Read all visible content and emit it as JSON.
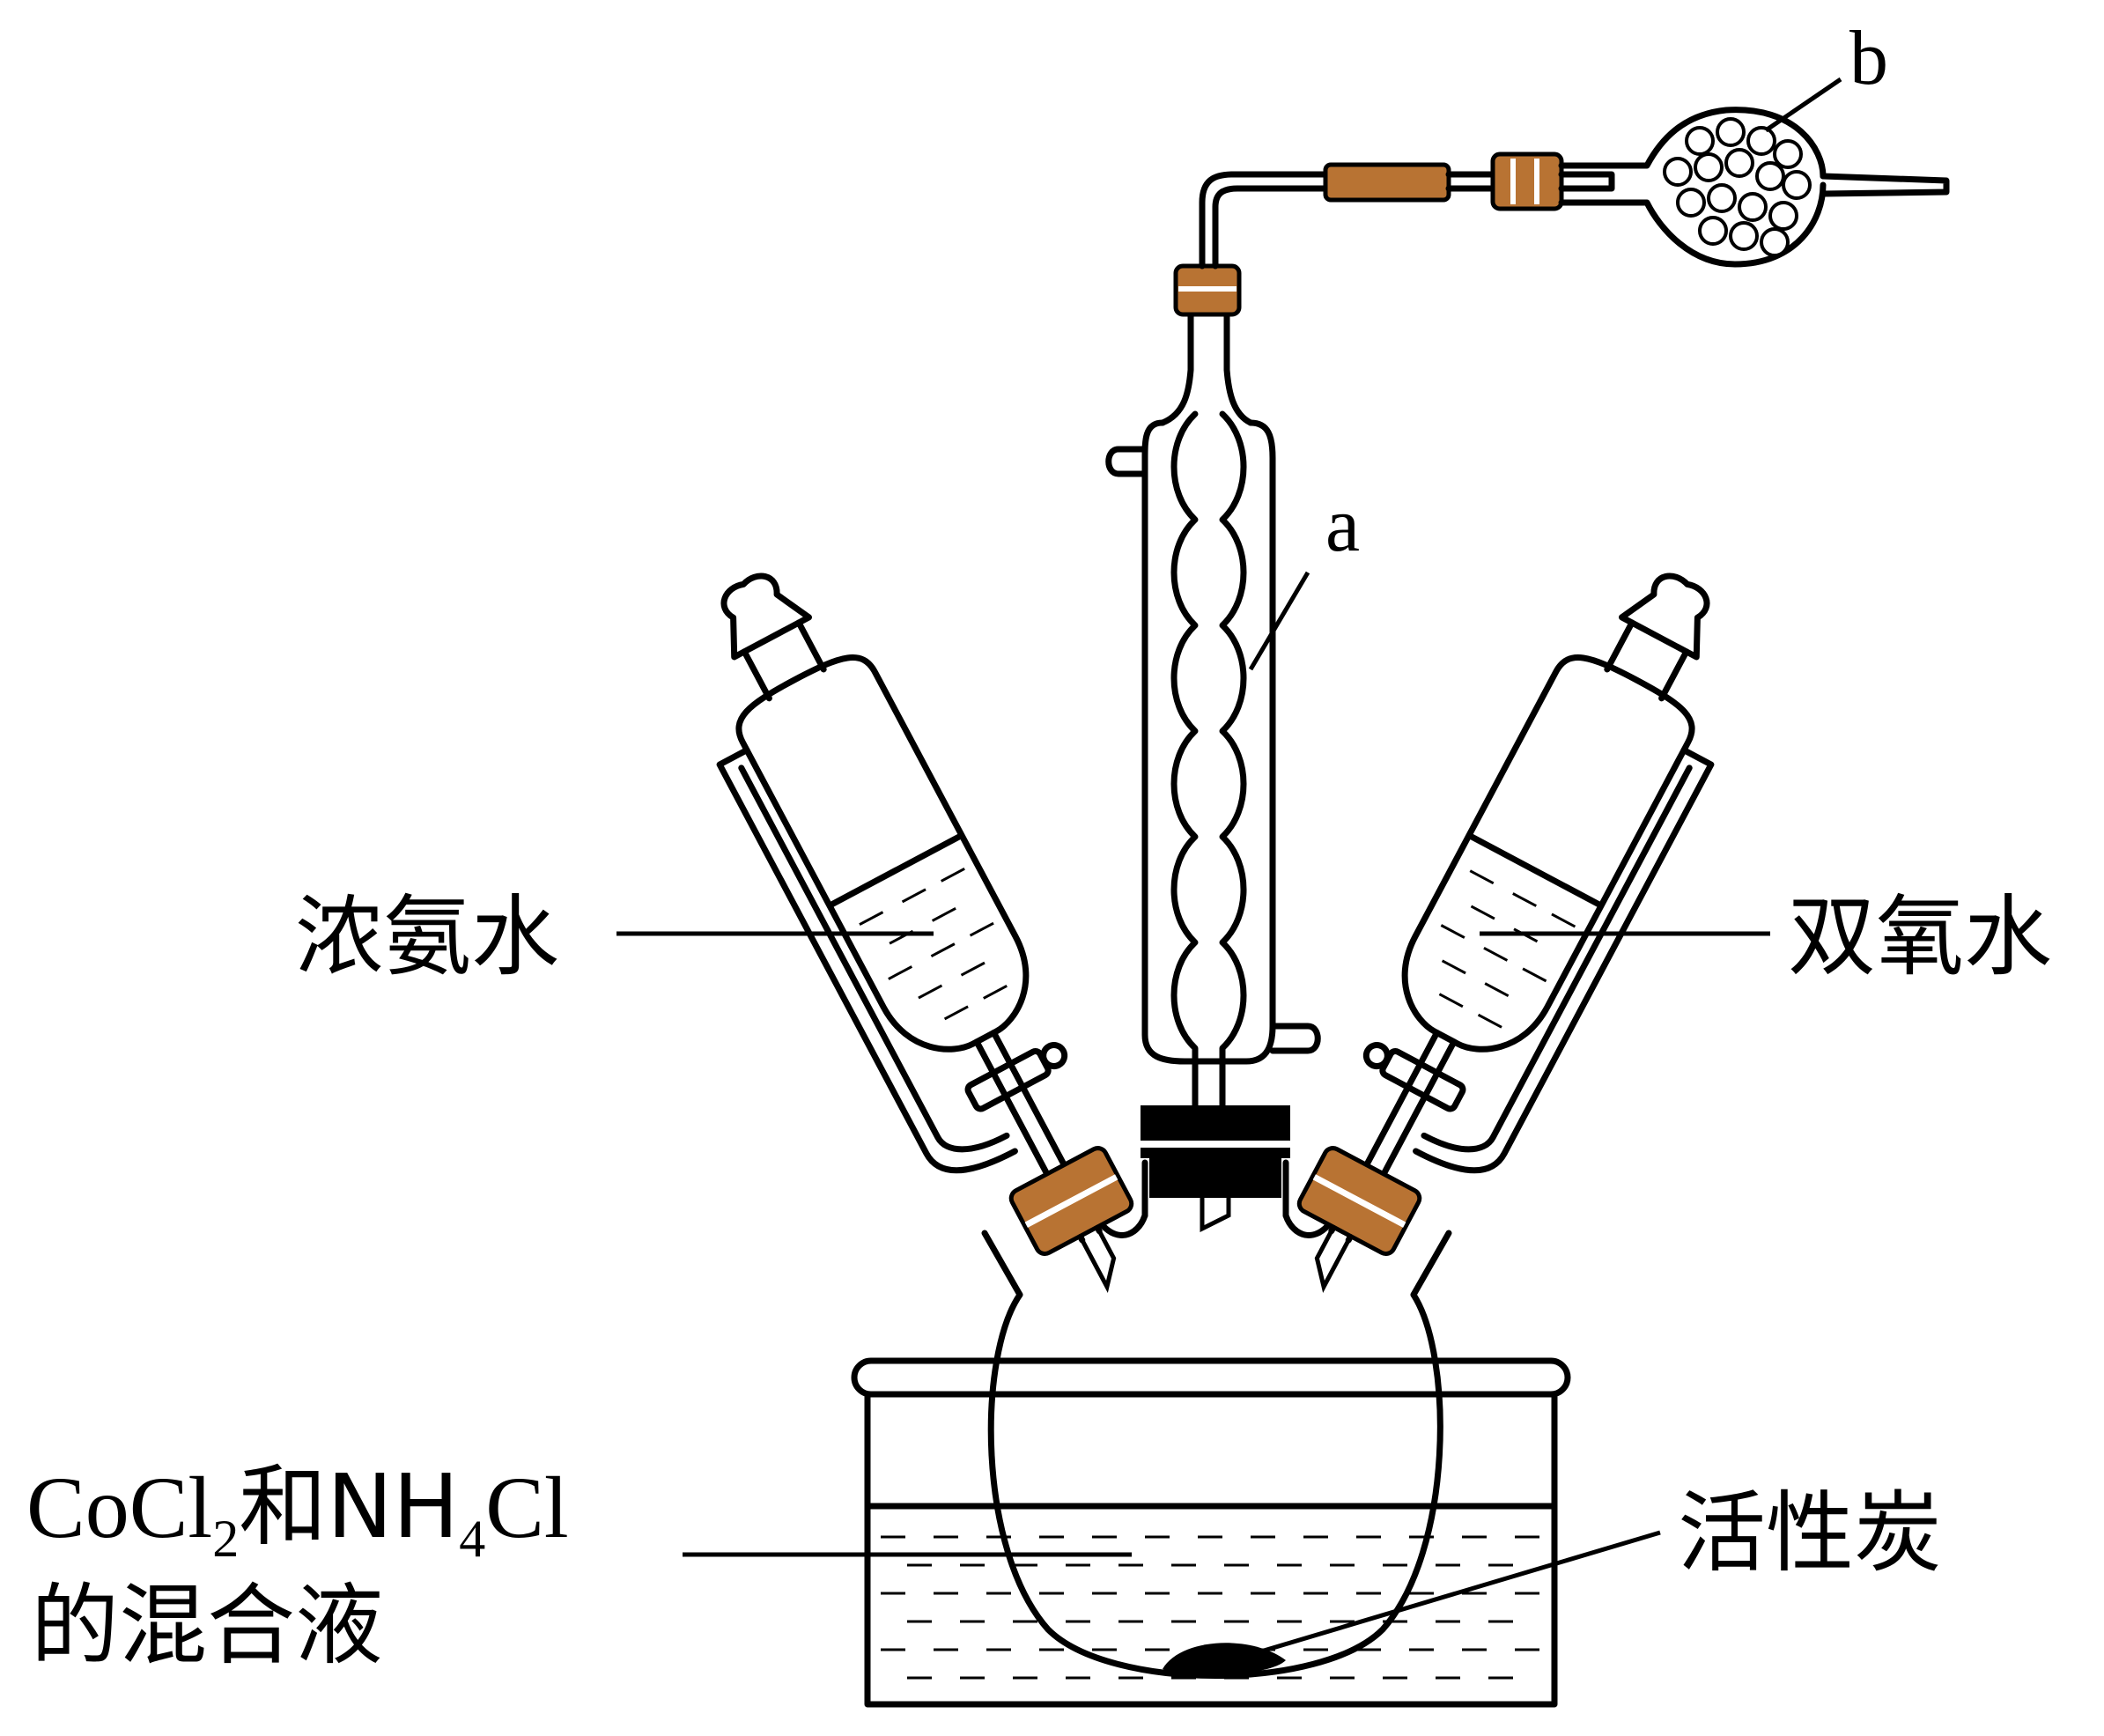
{
  "labels": {
    "condenser": "a",
    "drying_tube": "b",
    "left_funnel": "浓氨水",
    "right_funnel": "双氧水",
    "mixture_formula_1": "CoCl",
    "mixture_sub_1": "2",
    "mixture_formula_2": "和NH",
    "mixture_sub_2": "4",
    "mixture_formula_3": "Cl",
    "mixture_line2": "的混合液",
    "catalyst": "活性炭"
  },
  "colors": {
    "rubber": "#b87333",
    "line": "#000000"
  }
}
